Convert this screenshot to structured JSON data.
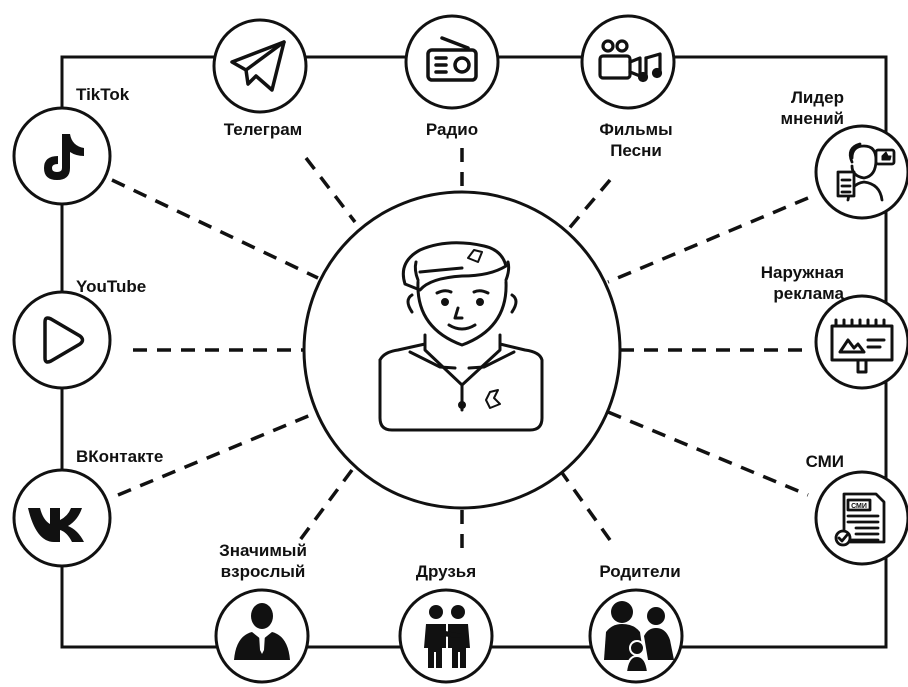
{
  "colors": {
    "stroke": "#111111",
    "background": "#ffffff",
    "fill": "#111111"
  },
  "center": {
    "icon": "soldier-yunarmiya-icon"
  },
  "channels": {
    "tiktok": {
      "label": "TikTok",
      "icon": "tiktok-icon"
    },
    "youtube": {
      "label": "YouTube",
      "icon": "youtube-play-icon"
    },
    "vkontakte": {
      "label": "ВКонтакте",
      "icon": "vk-icon"
    },
    "telegram": {
      "label": "Телеграм",
      "icon": "telegram-icon"
    },
    "radio": {
      "label": "Радио",
      "icon": "radio-icon"
    },
    "films": {
      "label_line1": "Фильмы",
      "label_line2": "Песни",
      "icon": "camera-music-icon"
    },
    "opinion_leader": {
      "label_line1": "Лидер",
      "label_line2": "мнений",
      "icon": "opinion-leader-icon"
    },
    "outdoor": {
      "label_line1": "Наружная",
      "label_line2": "реклама",
      "icon": "billboard-icon"
    },
    "media": {
      "label": "СМИ",
      "icon": "newspaper-icon",
      "badge_text": "СМИ"
    },
    "adult": {
      "label_line1": "Значимый",
      "label_line2": "взрослый",
      "icon": "adult-person-icon"
    },
    "friends": {
      "label": "Друзья",
      "icon": "friends-icon"
    },
    "parents": {
      "label": "Родители",
      "icon": "family-icon"
    }
  }
}
